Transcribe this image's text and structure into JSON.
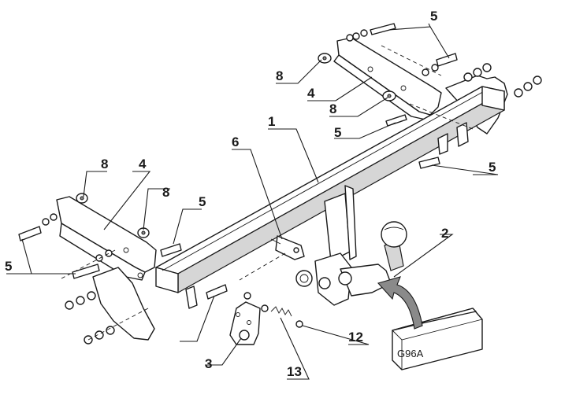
{
  "callouts": {
    "c1": "1",
    "c2": "2",
    "c3": "3",
    "c4a": "4",
    "c4b": "4",
    "c5a": "5",
    "c5b": "5",
    "c5c": "5",
    "c5d": "5",
    "c5e": "5",
    "c6": "6",
    "c8a": "8",
    "c8b": "8",
    "c8c": "8",
    "c8d": "8",
    "c12": "12",
    "c13": "13"
  },
  "ball_box_label": "G96A"
}
